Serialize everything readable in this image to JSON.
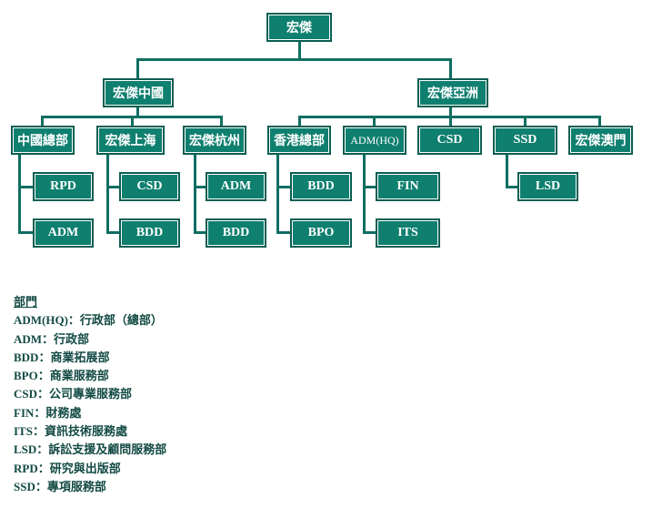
{
  "colors": {
    "box_fill": "#0f7f6f",
    "box_border": "#0a5e52",
    "line": "#0f6e62",
    "legend_text": "#134a44"
  },
  "org": {
    "root": "宏傑",
    "china": {
      "label": "宏傑中國",
      "hq": {
        "label": "中國總部",
        "children": [
          "RPD",
          "ADM"
        ]
      },
      "shanghai": {
        "label": "宏傑上海",
        "children": [
          "CSD",
          "BDD"
        ]
      },
      "hangzhou": {
        "label": "宏傑杭州",
        "children": [
          "ADM",
          "BDD"
        ]
      }
    },
    "asia": {
      "label": "宏傑亞洲",
      "hk_hq": {
        "label": "香港總部",
        "children": [
          "BDD",
          "BPO"
        ]
      },
      "adm_hq": {
        "label": "ADM(HQ)",
        "children": [
          "FIN",
          "ITS"
        ]
      },
      "csd": {
        "label": "CSD"
      },
      "ssd": {
        "label": "SSD",
        "children": [
          "LSD"
        ]
      },
      "macau": {
        "label": "宏傑澳門"
      }
    }
  },
  "legend": {
    "title": "部門",
    "items": [
      "ADM(HQ)：行政部（總部）",
      "ADM：行政部",
      "BDD：商業拓展部",
      "BPO：商業服務部",
      "CSD：公司專業服務部",
      "FIN：財務處",
      "ITS：資訊技術服務處",
      "LSD：訴訟支援及顧問服務部",
      "RPD：研究與出版部",
      "SSD：專項服務部"
    ]
  }
}
